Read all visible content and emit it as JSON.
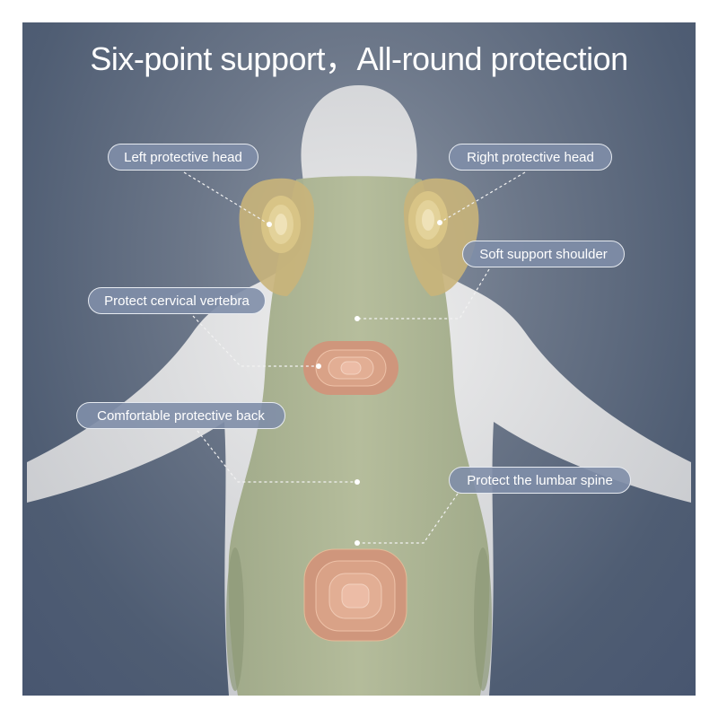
{
  "title": "Six-point support，All-round protection",
  "labels": {
    "left_head": "Left protective head",
    "right_head": "Right protective head",
    "soft_shoulder": "Soft support shoulder",
    "cervical": "Protect cervical vertebra",
    "back": "Comfortable protective back",
    "lumbar": "Protect the lumbar spine"
  },
  "colors": {
    "background": "#56647a",
    "vest": "#a9b28c",
    "pads": "#c9b47a",
    "heat": "#d99a80",
    "label": "#808ea8"
  }
}
